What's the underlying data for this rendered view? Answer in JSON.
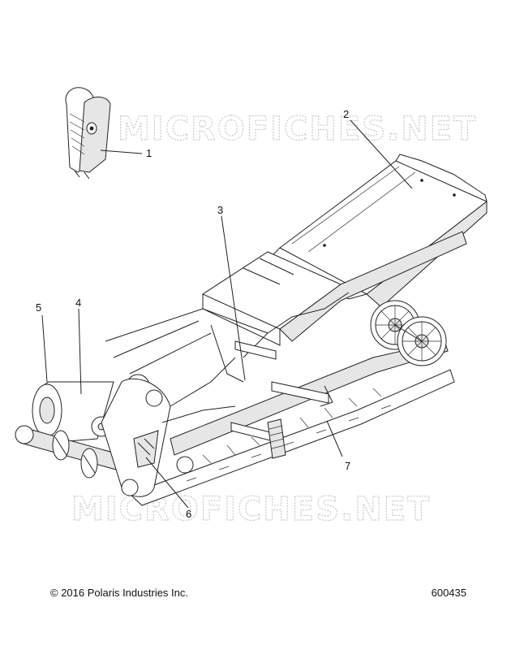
{
  "watermark": "MICROFICHES.NET",
  "callouts": [
    "1",
    "2",
    "3",
    "4",
    "5",
    "6",
    "7"
  ],
  "footer": {
    "copyright": "© 2016 Polaris Industries Inc.",
    "doc_number": "600435"
  }
}
